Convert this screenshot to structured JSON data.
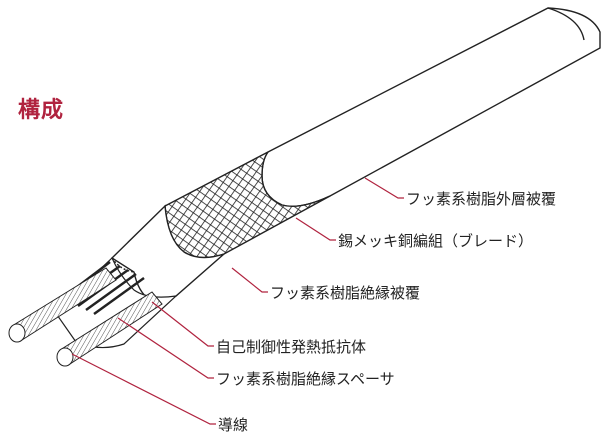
{
  "heading": "構成",
  "labels": {
    "outer_jacket": "フッ素系樹脂外層被覆",
    "braid": "錫メッキ銅編組（ブレード）",
    "insulation": "フッ素系樹脂絶縁被覆",
    "heating_element": "自己制御性発熱抵抗体",
    "spacer": "フッ素系樹脂絶縁スペーサ",
    "conductor": "導線"
  },
  "colors": {
    "accent": "#b0233f",
    "leader": "#b0233f",
    "outline": "#222222"
  }
}
